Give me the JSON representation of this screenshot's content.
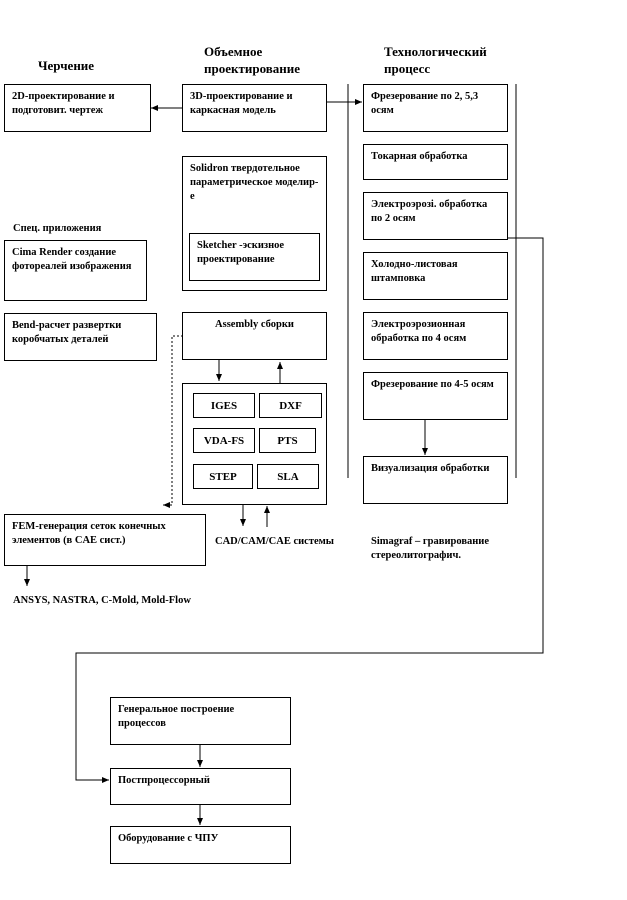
{
  "headers": {
    "drafting": "Черчение",
    "volume_design": "Объемное проектирование",
    "tech_process": "Технологический процесс"
  },
  "drafting": {
    "box_2d": "2D-проектирование и подготовит. чертеж",
    "special_apps_label": "Спец. приложения",
    "cima_render": "Cima Render создание фотореалей изображения",
    "bend": "Bend-расчет развертки коробчатых деталей",
    "fem": "FEM-генерация сеток конечных элементов (в CAE сист.)",
    "fem_targets": "ANSYS, NASTRA, C-Mold, Mold-Flow"
  },
  "volume": {
    "box_3d": "3D-проектирование и каркасная модель",
    "solidron": "Solidron твердотельное параметрическое моделир-е",
    "sketcher": "Sketcher -эскизное проектирование",
    "assembly": "Assembly сборки",
    "formats": [
      "IGES",
      "DXF",
      "VDA-FS",
      "PTS",
      "STEP",
      "SLA"
    ],
    "cad_systems": "CAD/CAM/CAE системы"
  },
  "tech": {
    "items": [
      "Фрезерование по 2, 5,3 осям",
      "Токарная обработка",
      "Электроэрозi. обработка по 2 осям",
      "Холодно-листовая штамповка",
      "Электроэрозионная обработка по 4 осям",
      "Фрезерование по 4-5 осям"
    ],
    "visualization": "Визуализация обработки",
    "simagraf": "Simagraf – гравирование стереолитографич."
  },
  "bottom": {
    "general": "Генеральное построение процессов",
    "postprocessor": "Постпроцессорный",
    "cnc": "Оборудование с ЧПУ"
  }
}
